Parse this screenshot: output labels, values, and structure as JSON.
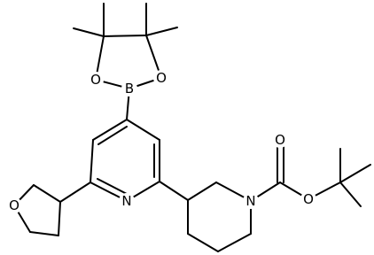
{
  "atoms": {
    "boron": "B",
    "dioxaborolane_o_left": "O",
    "dioxaborolane_o_right": "O",
    "pyridine_n": "N",
    "oxolane_o": "O",
    "piperidine_n": "N",
    "carbonyl_o": "O",
    "ester_o": "O"
  },
  "colors": {
    "ink": "#000000",
    "background": "#ffffff"
  }
}
